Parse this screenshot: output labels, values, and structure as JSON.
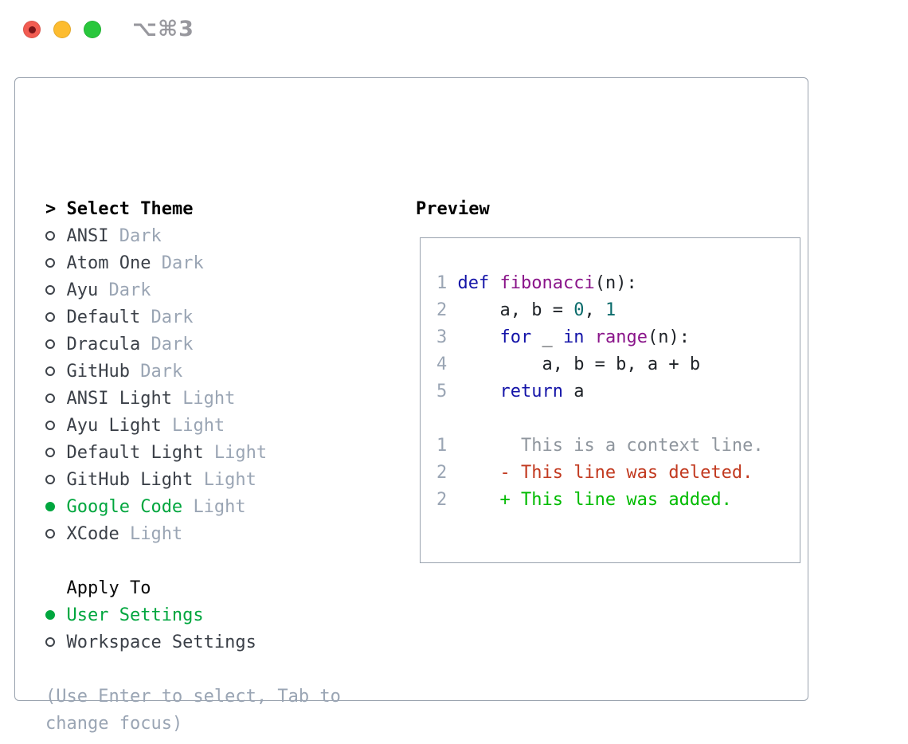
{
  "window": {
    "shortcut": "⌥⌘3",
    "controls": [
      "close",
      "minimize",
      "zoom"
    ]
  },
  "theme_panel": {
    "title_caret": ">",
    "title": "Select Theme",
    "themes": [
      {
        "name": "ANSI",
        "variant": "Dark",
        "selected": false
      },
      {
        "name": "Atom One",
        "variant": "Dark",
        "selected": false
      },
      {
        "name": "Ayu",
        "variant": "Dark",
        "selected": false
      },
      {
        "name": "Default",
        "variant": "Dark",
        "selected": false
      },
      {
        "name": "Dracula",
        "variant": "Dark",
        "selected": false
      },
      {
        "name": "GitHub",
        "variant": "Dark",
        "selected": false
      },
      {
        "name": "ANSI Light",
        "variant": "Light",
        "selected": false
      },
      {
        "name": "Ayu Light",
        "variant": "Light",
        "selected": false
      },
      {
        "name": "Default Light",
        "variant": "Light",
        "selected": false
      },
      {
        "name": "GitHub Light",
        "variant": "Light",
        "selected": false
      },
      {
        "name": "Google Code",
        "variant": "Light",
        "selected": true
      },
      {
        "name": "XCode",
        "variant": "Light",
        "selected": false
      }
    ],
    "apply_to": {
      "title": "Apply To",
      "options": [
        {
          "name": "User Settings",
          "selected": true
        },
        {
          "name": "Workspace Settings",
          "selected": false
        }
      ]
    },
    "help_lines": [
      "(Use Enter to select, Tab to",
      "change focus)"
    ]
  },
  "preview": {
    "title": "Preview",
    "code_lines": [
      {
        "num": "1",
        "tokens": [
          {
            "t": "def",
            "c": "kw"
          },
          {
            "t": " "
          },
          {
            "t": "fibonacci",
            "c": "fn"
          },
          {
            "t": "(n):"
          }
        ]
      },
      {
        "num": "2",
        "tokens": [
          {
            "t": "    a, b = "
          },
          {
            "t": "0",
            "c": "lit"
          },
          {
            "t": ", "
          },
          {
            "t": "1",
            "c": "lit"
          }
        ]
      },
      {
        "num": "3",
        "tokens": [
          {
            "t": "    "
          },
          {
            "t": "for",
            "c": "kw"
          },
          {
            "t": " _ "
          },
          {
            "t": "in",
            "c": "kw"
          },
          {
            "t": " "
          },
          {
            "t": "range",
            "c": "fn"
          },
          {
            "t": "(n):"
          }
        ]
      },
      {
        "num": "4",
        "tokens": [
          {
            "t": "        a, b = b, a + b"
          }
        ]
      },
      {
        "num": "5",
        "tokens": [
          {
            "t": "    "
          },
          {
            "t": "return",
            "c": "kw"
          },
          {
            "t": " a"
          }
        ]
      },
      {
        "num": "",
        "tokens": []
      },
      {
        "num": "1",
        "tokens": [
          {
            "t": "      This is a context line.",
            "c": "ctx"
          }
        ]
      },
      {
        "num": "2",
        "tokens": [
          {
            "t": "    - This line was deleted.",
            "c": "del"
          }
        ]
      },
      {
        "num": "2",
        "tokens": [
          {
            "t": "    + This line was added.",
            "c": "add"
          }
        ]
      }
    ]
  },
  "colors": {
    "accent_green": "#00a63e",
    "diff_added": "#00bb00",
    "diff_removed": "#c23a20",
    "syntax_keyword": "#1414a8",
    "syntax_function": "#8a158a",
    "syntax_literal": "#0a6b6b",
    "muted_gray": "#9aa5b4",
    "panel_border": "#99a2ae",
    "traffic_red": "#f25c52",
    "traffic_yellow": "#fdbc2f",
    "traffic_green": "#29c73c"
  }
}
